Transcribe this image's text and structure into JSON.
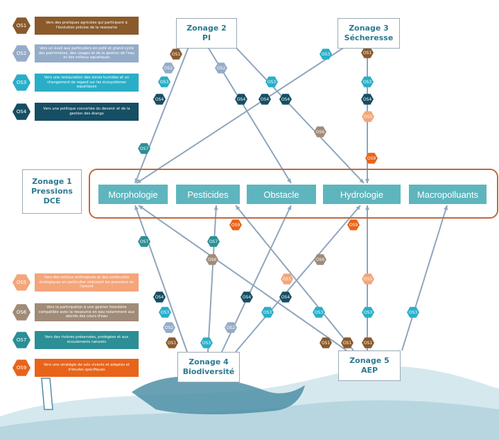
{
  "legend": [
    {
      "code": "OS1",
      "color": "#8a5a2b",
      "text": "Vers des pratiques agricoles qui participent à l'évolution précise de la ressource"
    },
    {
      "code": "OS2",
      "color": "#94acc8",
      "text": "Vers un éveil aux particuliers en petit et grand cycle des patrimoines, des usages et de la gestion de l'eau et des milieux aquatiques"
    },
    {
      "code": "OS3",
      "color": "#2aaec8",
      "text": "Vers une restauration des zones humides et un changement de regard sur les écosystèmes aquatiques"
    },
    {
      "code": "OS4",
      "color": "#164e63",
      "text": "Vers une politique concertée du devenir et de la gestion des étangs"
    },
    {
      "code": "OS5",
      "color": "#f4a57a",
      "text": "Vers des milieux anthropisés et des continuités écologiques en particulier réduisant les pressions en l'amont"
    },
    {
      "code": "OS6",
      "color": "#a08b78",
      "text": "Vers la participation à une gestion forestière compatible avec la ressource en eau notamment aux abords des cours d'eau"
    },
    {
      "code": "OS7",
      "color": "#2b8f95",
      "text": "Vers des rivières préservées, protégées et aux écoulements naturels"
    },
    {
      "code": "OS9",
      "color": "#e8641a",
      "text": "Vers une stratégie de sols vivants et adaptés et d'études spécifiques"
    }
  ],
  "zones": {
    "z1": [
      "Zonage 1",
      "Pressions",
      "DCE"
    ],
    "z2": [
      "Zonage 2",
      "PI"
    ],
    "z3": [
      "Zonage 3",
      "Sécheresse"
    ],
    "z4": [
      "Zonage 4",
      "Biodiversité"
    ],
    "z5": [
      "Zonage 5",
      "AEP"
    ]
  },
  "pressures": [
    "Morphologie",
    "Pesticides",
    "Obstacle",
    "Hydrologie",
    "Macropolluants"
  ],
  "hex_colors": {
    "OS1": "#8a5a2b",
    "OS2": "#94acc8",
    "OS3": "#2aaec8",
    "OS4": "#164e63",
    "OS5": "#f4a57a",
    "OS6": "#a08b78",
    "OS7": "#2b8f95",
    "OS9": "#e8641a"
  },
  "link_color": "#8fa5bc"
}
